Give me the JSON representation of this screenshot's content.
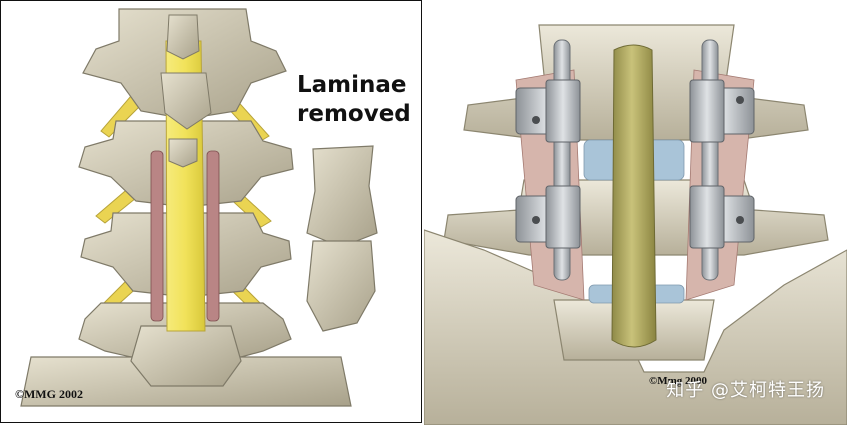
{
  "left_panel": {
    "caption_line1": "Laminae",
    "caption_line2": "removed",
    "copyright": "©MMG 2002"
  },
  "right_panel": {
    "copyright": "©Mmg 2000",
    "watermark": "知乎 @艾柯特王扬"
  },
  "colors": {
    "bone": "#d9d3bf",
    "bone_shadow": "#a9a28c",
    "spinal_cord": "#f0e060",
    "dural_sac": "#b5ad68",
    "muscle": "#c8a0a0",
    "metal": "#b9bdc2",
    "disc": "#a9c4d8"
  }
}
